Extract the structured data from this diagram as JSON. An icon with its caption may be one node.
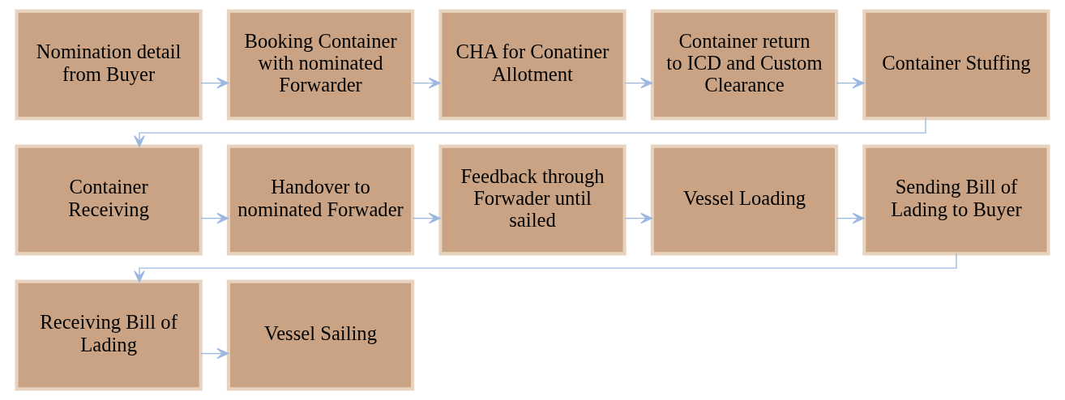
{
  "diagram": {
    "nodes": [
      {
        "text": [
          "Nomination detail from Buyer"
        ]
      },
      {
        "text": [
          "Booking Container with nominated Forwarder"
        ]
      },
      {
        "text": [
          "CHA for Conatiner Allotment"
        ]
      },
      {
        "text": [
          "Container return to ICD and Custom Clearance"
        ]
      },
      {
        "text": [
          "Container Stuffing"
        ]
      },
      {
        "text": [
          "Container Receiving"
        ]
      },
      {
        "text": [
          "Handover to nominated Forwader"
        ]
      },
      {
        "text": [
          "Feedback through Forwader until sailed"
        ]
      },
      {
        "text": [
          "Vessel Loading"
        ]
      },
      {
        "text": [
          "Sending Bill of Lading to Buyer"
        ]
      },
      {
        "text": [
          "Receiving Bill of Lading"
        ]
      },
      {
        "text": [
          "Vessel Sailing"
        ]
      }
    ],
    "edges": [
      {
        "from": 0,
        "to": 1,
        "arrow": "to"
      },
      {
        "from": 1,
        "to": 2,
        "arrow": "to"
      },
      {
        "from": 2,
        "to": 3,
        "arrow": "to"
      },
      {
        "from": 3,
        "to": 4,
        "arrow": "to"
      },
      {
        "from": 4,
        "to": 5,
        "arrow": "to"
      },
      {
        "from": 5,
        "to": 6,
        "arrow": "to"
      },
      {
        "from": 6,
        "to": 7,
        "arrow": "to"
      },
      {
        "from": 7,
        "to": 8,
        "arrow": "to"
      },
      {
        "from": 8,
        "to": 9,
        "arrow": "to"
      },
      {
        "from": 9,
        "to": 10,
        "arrow": "to"
      },
      {
        "from": 10,
        "to": 11,
        "arrow": "to"
      }
    ]
  }
}
